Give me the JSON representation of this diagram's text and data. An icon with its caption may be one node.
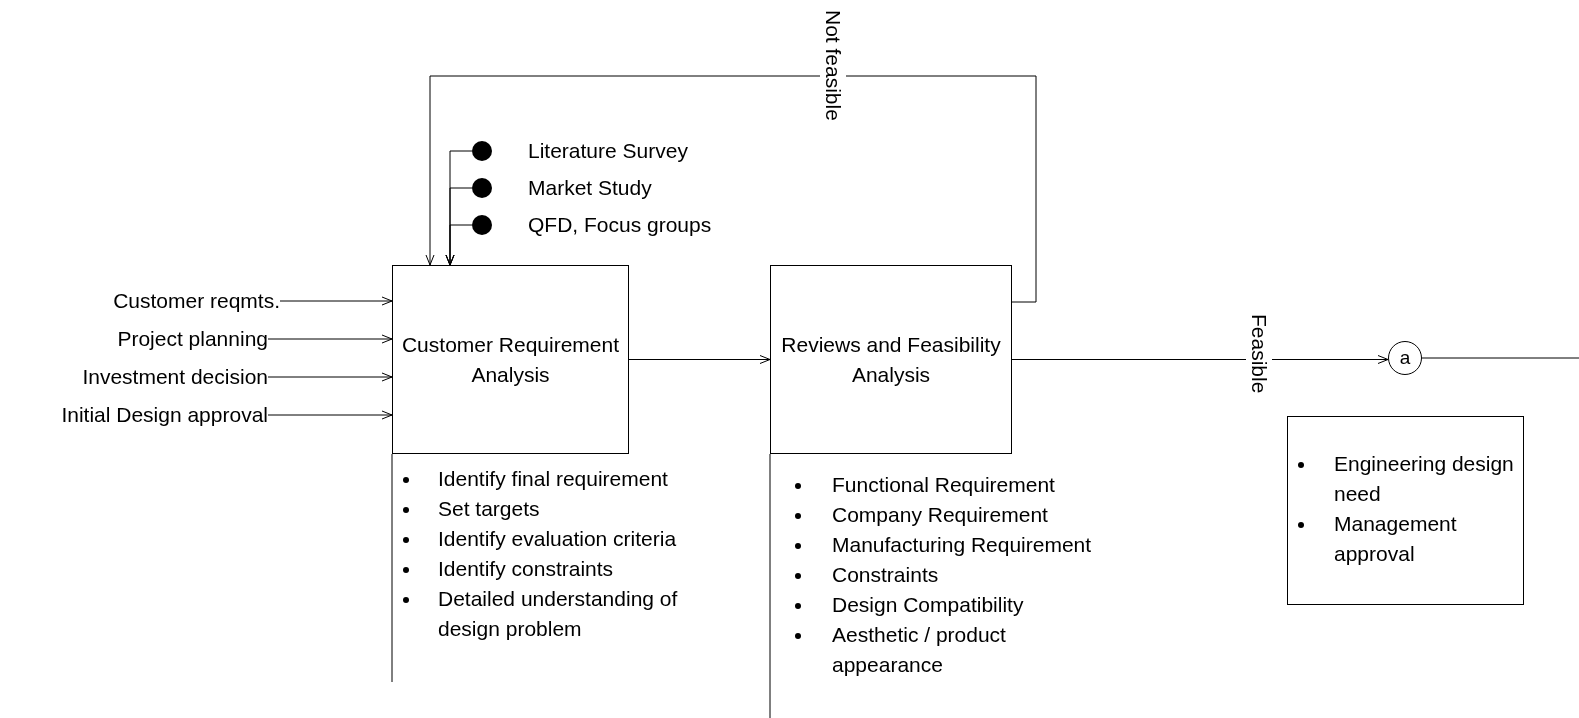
{
  "diagram": {
    "nodes": [
      {
        "text": [
          "Customer Requirement Analysis"
        ],
        "beside": [
          "Identify final requirement",
          "Set targets",
          "Identify evaluation criteria",
          "Identify constraints",
          "Detailed understanding of design problem"
        ]
      },
      {
        "text": [
          "Reviews and Feasibility Analysis"
        ],
        "beside": [
          "Functional Requirement",
          "Company Requirement",
          "Manufacturing Requirement",
          "Constraints",
          "Design Compatibility",
          "Aesthetic / product appearance"
        ]
      },
      {
        "text": [
          "a"
        ]
      },
      {
        "text": [
          "Engineering design need",
          "Management approval"
        ]
      },
      {
        "text": [
          "Customer reqmts."
        ]
      },
      {
        "text": [
          "Project planning"
        ]
      },
      {
        "text": [
          "Investment decision"
        ]
      },
      {
        "text": [
          "Initial Design approval"
        ]
      },
      {
        "text": [],
        "shape": "circle",
        "beside": [
          "Literature Survey"
        ]
      },
      {
        "text": [],
        "shape": "circle",
        "beside": [
          "Market Study"
        ]
      },
      {
        "text": [],
        "shape": "circle",
        "beside": [
          "QFD, Focus groups"
        ]
      }
    ],
    "edges": [
      {
        "from": 4,
        "to": 0,
        "arrow": "to"
      },
      {
        "from": 5,
        "to": 0,
        "arrow": "to"
      },
      {
        "from": 6,
        "to": 0,
        "arrow": "to"
      },
      {
        "from": 7,
        "to": 0,
        "arrow": "to"
      },
      {
        "from": 8,
        "to": 0,
        "arrow": "to"
      },
      {
        "from": 9,
        "to": 0,
        "arrow": "to"
      },
      {
        "from": 10,
        "to": 0,
        "arrow": "to"
      },
      {
        "from": 0,
        "to": 1,
        "arrow": "to"
      },
      {
        "from": 1,
        "to": 0,
        "arrow": "to",
        "label": "Not feasible"
      },
      {
        "from": 1,
        "to": 2,
        "arrow": "to",
        "label": "Feasible"
      },
      {
        "from": 2,
        "to": null,
        "arrow": "none"
      }
    ]
  }
}
